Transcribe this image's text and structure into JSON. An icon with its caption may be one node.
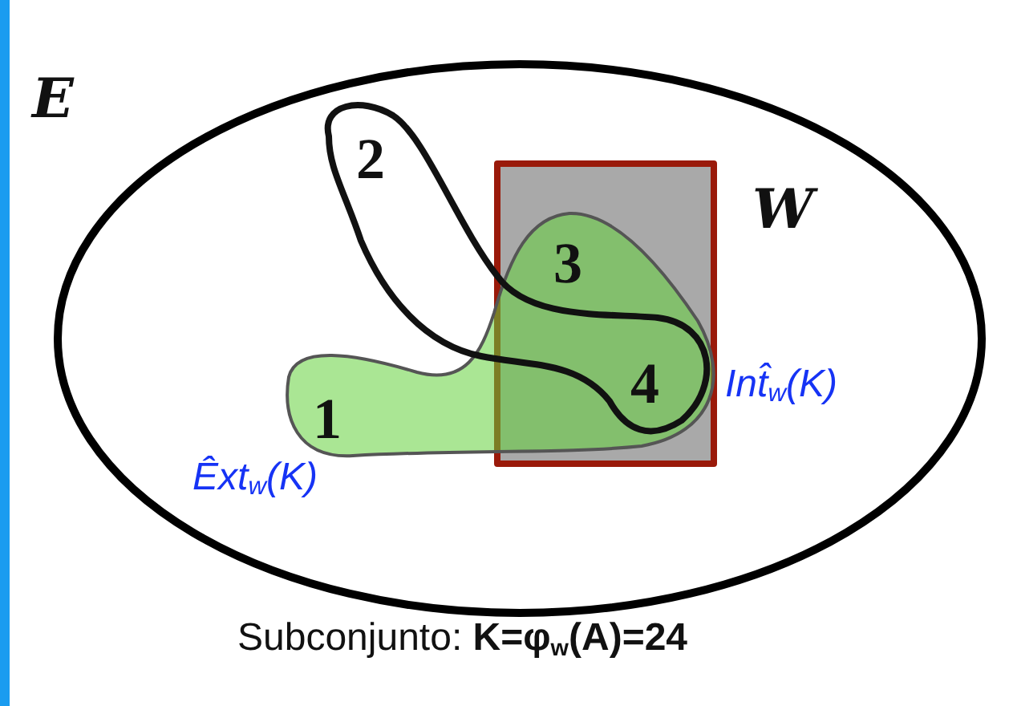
{
  "diagram": {
    "caption": "Subconjunto: **K=φ$_{w}$(A)=24**",
    "nodes": [
      {
        "text": [
          "E"
        ]
      },
      {
        "text": [
          "W"
        ],
        "in": 0
      }
    ],
    "labels": [
      "2",
      "3",
      "1",
      "4",
      "Int̂$_{w}$(K)",
      "Êxt$_{w}$(K)"
    ]
  }
}
